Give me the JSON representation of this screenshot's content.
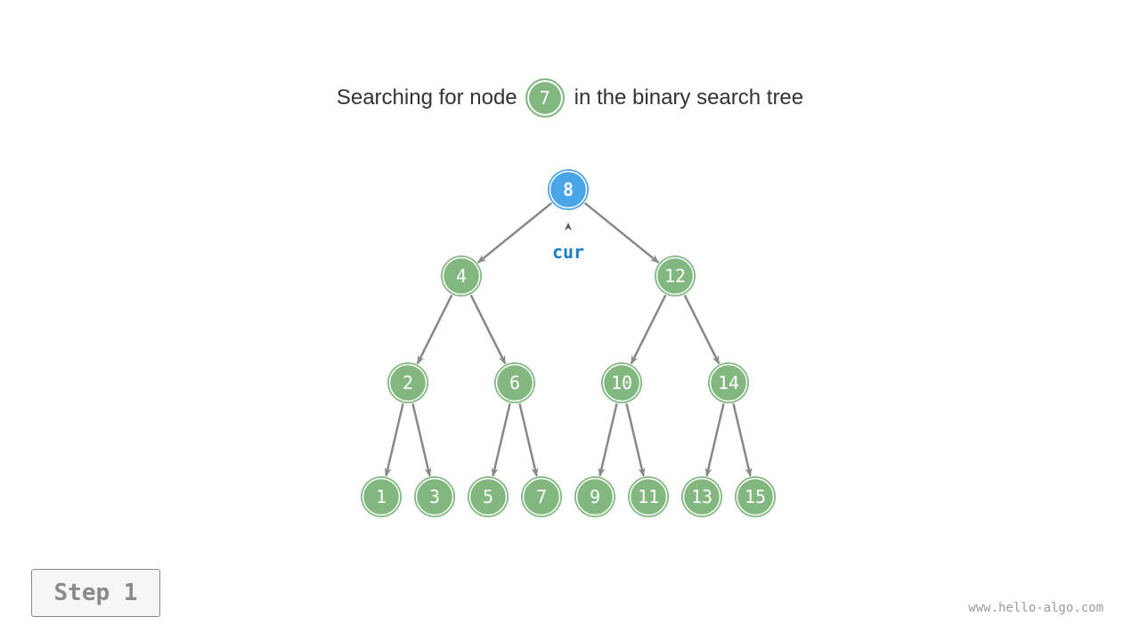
{
  "title": {
    "prefix": "Searching for node",
    "target": "7",
    "suffix": "in the binary search tree"
  },
  "colors": {
    "node": "#82b87f",
    "current": "#4aa4e8",
    "edge": "#888888",
    "pointer_label": "#1b7ec2"
  },
  "tree": {
    "nodes": [
      "8",
      "4",
      "12",
      "2",
      "6",
      "10",
      "14",
      "1",
      "3",
      "5",
      "7",
      "9",
      "11",
      "13",
      "15"
    ],
    "current_node": "8",
    "pointer_label": "cur"
  },
  "step_label": "Step 1",
  "watermark": "www.hello-algo.com"
}
